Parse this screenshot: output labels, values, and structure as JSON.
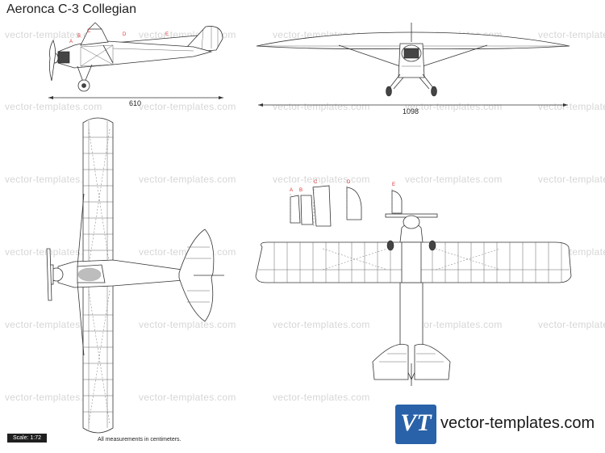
{
  "title": "Aeronca C-3 Collegian",
  "watermark_text": "vector-templates.com",
  "dimensions": {
    "side_length": "610",
    "front_span": "1098"
  },
  "part_labels": [
    "A",
    "B",
    "C",
    "D",
    "E"
  ],
  "scale_label": "Scale: 1:72",
  "measurements_note": "All measurements in centimeters.",
  "brand": {
    "logo_text": "VT",
    "name": "vector-templates.com"
  },
  "colors": {
    "label_red": "#e03030",
    "brand_blue": "#2962a8",
    "watermark": "#d6d6d6"
  }
}
